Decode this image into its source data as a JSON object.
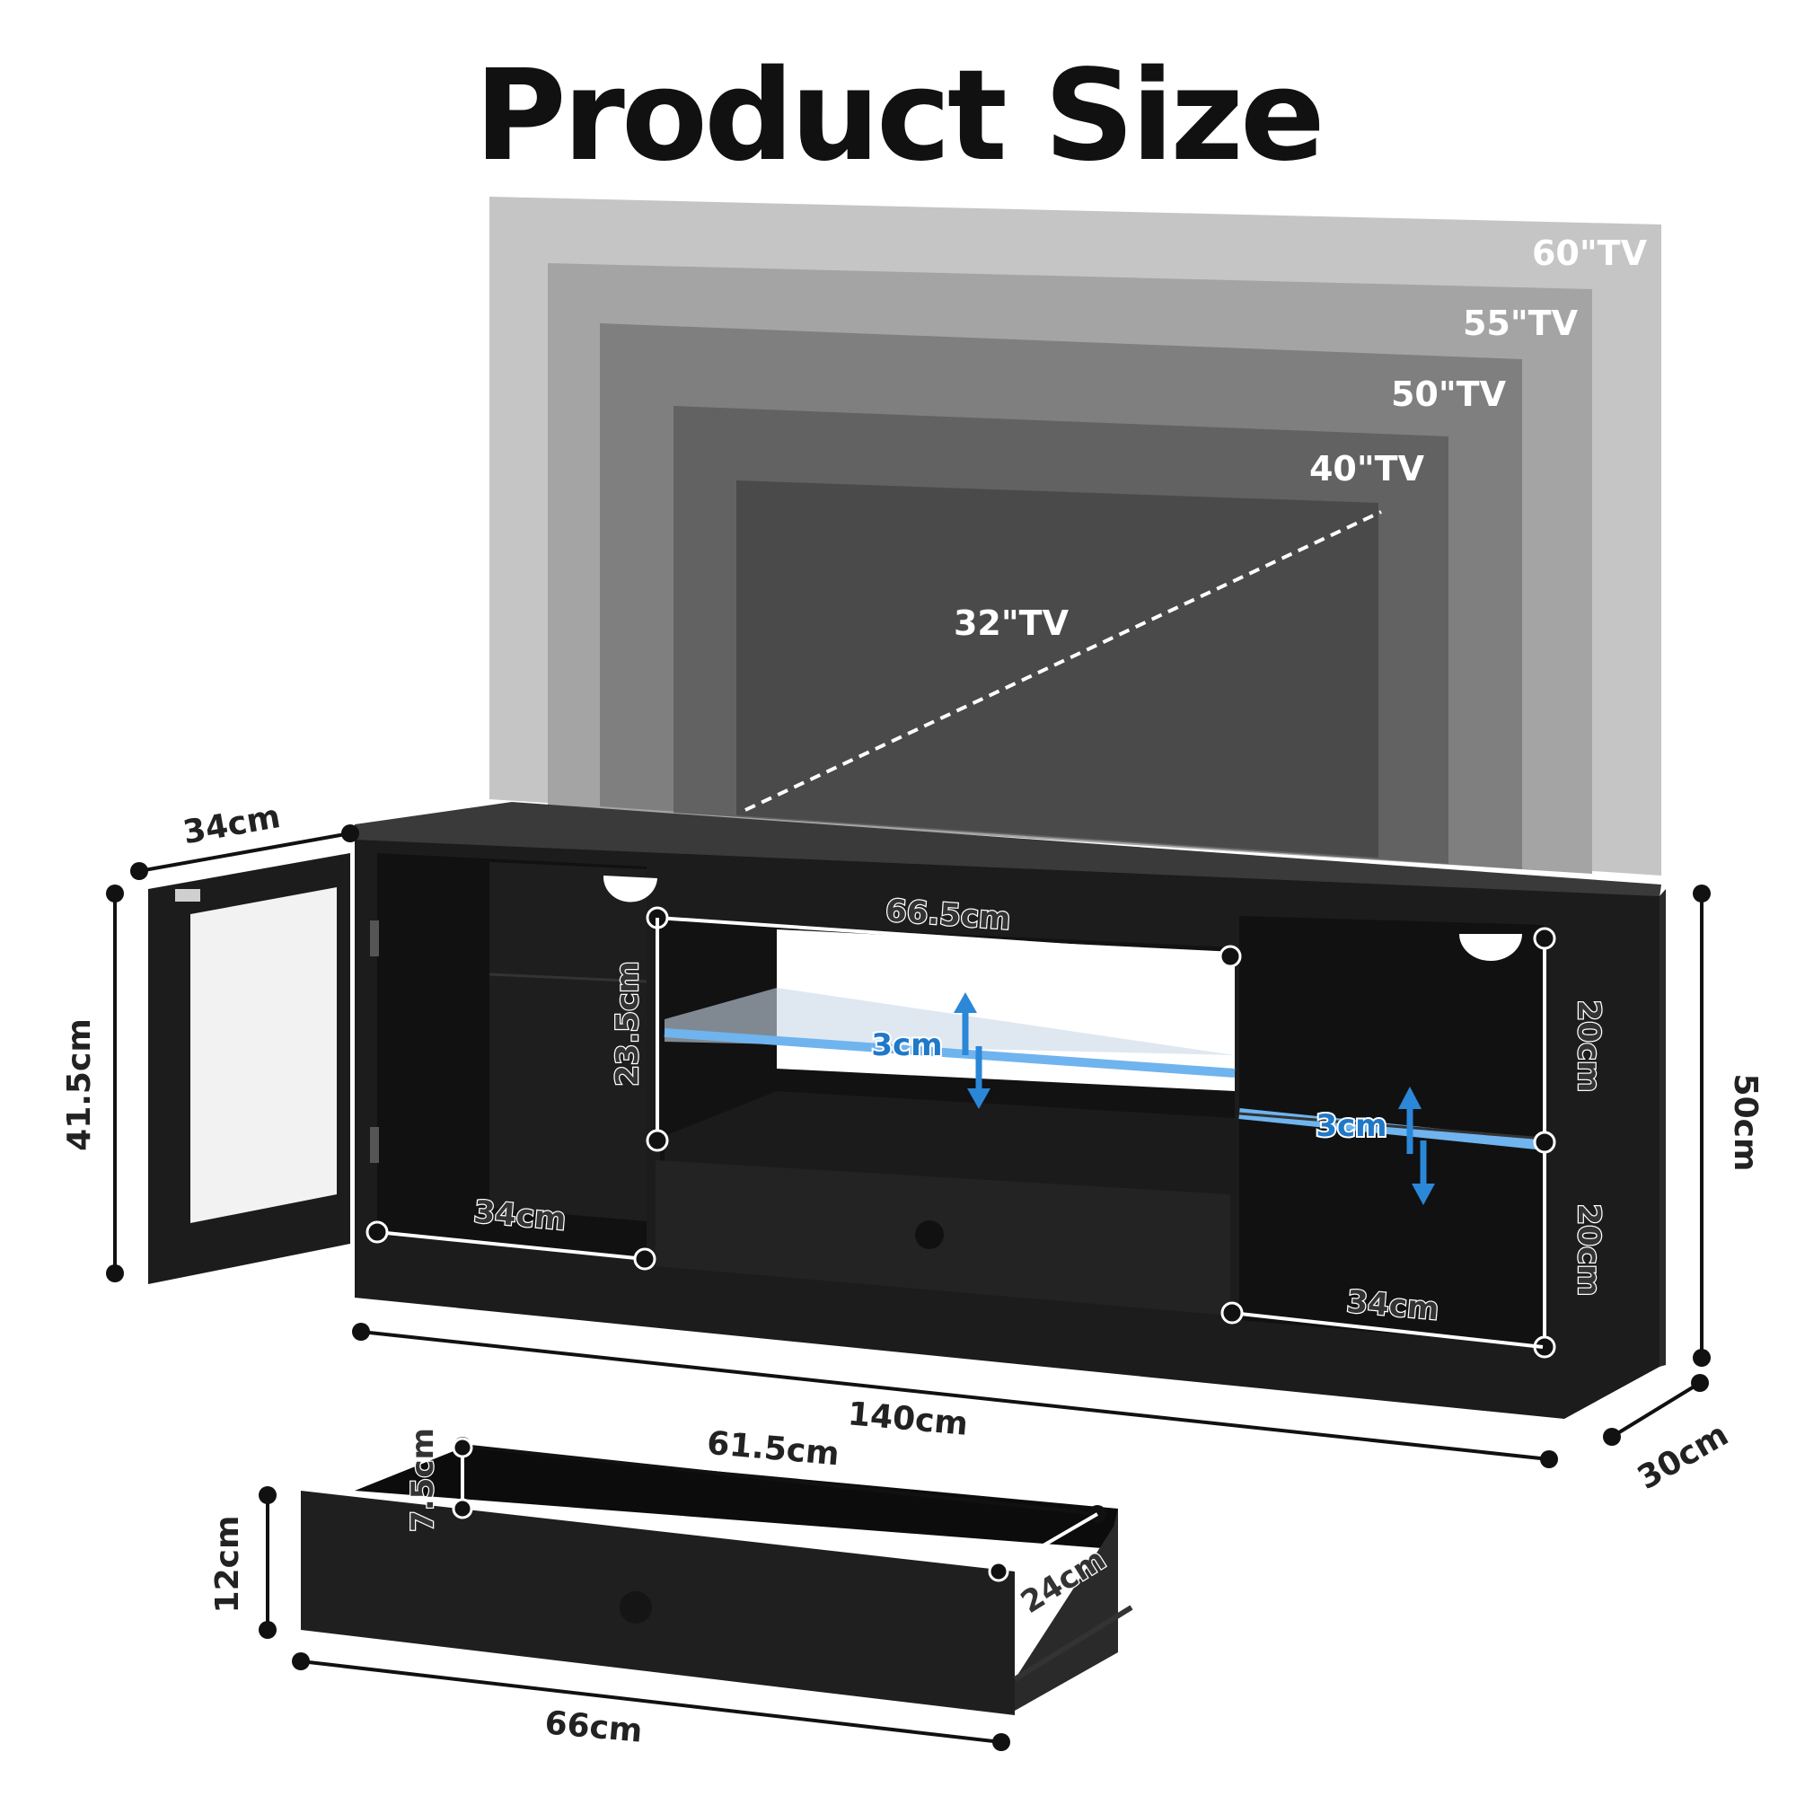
{
  "title": "Product Size",
  "tv_sizes": [
    "60\"TV",
    "55\"TV",
    "50\"TV",
    "40\"TV",
    "32\"TV"
  ],
  "dimensions": {
    "door_width": "34cm",
    "door_height": "41.5cm",
    "center_width": "66.5cm",
    "center_height": "23.5cm",
    "glass_gap_center": "3cm",
    "left_depth": "34cm",
    "right_upper_height": "20cm",
    "right_lower_height": "20cm",
    "glass_gap_right": "3cm",
    "right_depth": "34cm",
    "total_height": "50cm",
    "total_width": "140cm",
    "total_depth": "30cm",
    "drawer_inner_height": "7.5cm",
    "drawer_inner_width": "61.5cm",
    "drawer_depth": "24cm",
    "drawer_height": "12cm",
    "drawer_width": "66cm"
  },
  "colors": {
    "furniture": "#1c1c1c",
    "tv_60": "#c5c5c5",
    "tv_55": "#a4a4a4",
    "tv_50": "#7f7f7f",
    "tv_40": "#626262",
    "tv_32": "#4a4a4a",
    "led": "#6fb4ee",
    "arrow": "#2b87d8"
  }
}
